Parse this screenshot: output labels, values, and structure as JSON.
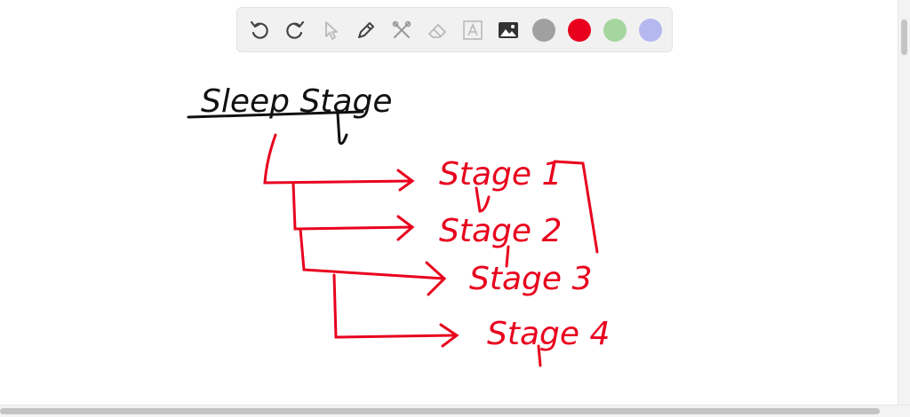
{
  "toolbar": {
    "tools": [
      "undo-icon",
      "redo-icon",
      "select-icon",
      "pen-icon",
      "tools-icon",
      "eraser-icon",
      "text-icon",
      "image-icon"
    ],
    "colors": {
      "gray": "#a0a0a0",
      "red": "#e8001d",
      "green": "#a6d6a0",
      "blue": "#b5b8ef"
    }
  },
  "whiteboard": {
    "heading": "Sleep Stage",
    "items": [
      "Stage 1",
      "Stage 2",
      "Stage 3",
      "Stage 4"
    ]
  }
}
